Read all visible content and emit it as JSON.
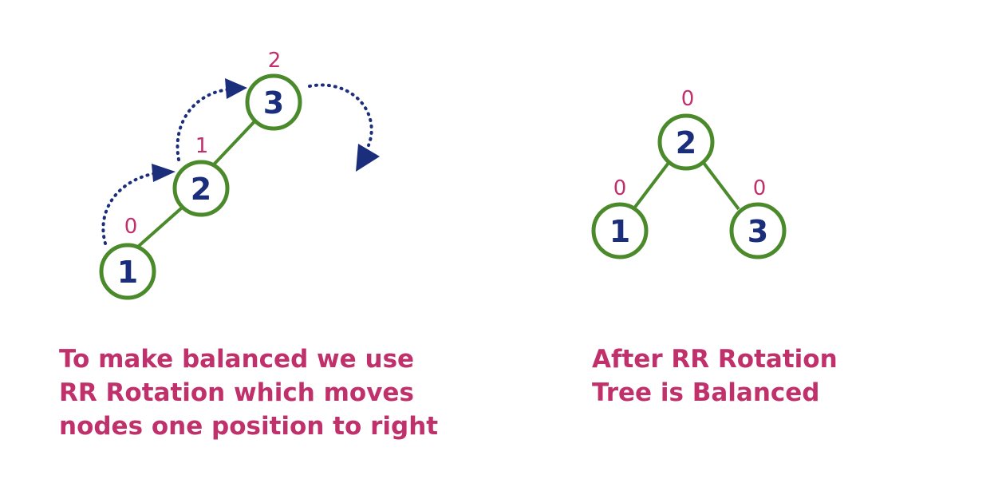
{
  "colors": {
    "node_stroke": "#4a8a2a",
    "node_value": "#1a2e7c",
    "balance_factor": "#c0306a",
    "arrow": "#1a2e7c",
    "caption": "#c0306a"
  },
  "before_tree": {
    "nodes": [
      {
        "value": "1",
        "balance": "0"
      },
      {
        "value": "2",
        "balance": "1"
      },
      {
        "value": "3",
        "balance": "2"
      }
    ],
    "caption": [
      "To make balanced we use",
      "RR Rotation which moves",
      "nodes one position to right"
    ]
  },
  "after_tree": {
    "nodes": [
      {
        "value": "2",
        "balance": "0"
      },
      {
        "value": "1",
        "balance": "0"
      },
      {
        "value": "3",
        "balance": "0"
      }
    ],
    "caption": [
      "After RR Rotation",
      "Tree is Balanced"
    ]
  }
}
